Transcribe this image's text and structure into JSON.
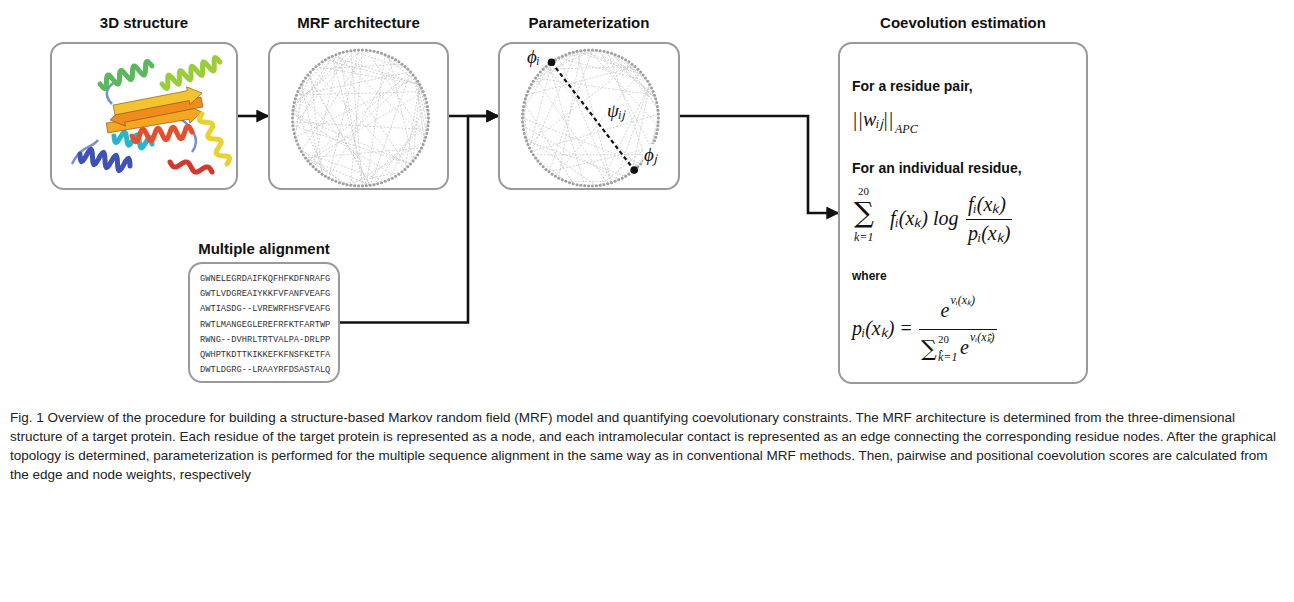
{
  "diagram": {
    "caption": "Fig. 1 Overview of the procedure for building a structure-based Markov random field (MRF) model and quantifying coevolutionary constraints. The MRF architecture is determined from the three-dimensional structure of a target protein. Each residue of the target protein is represented as a node, and each intramolecular contact is represented as an edge connecting the corresponding residue nodes. After the graphical topology is determined, parameterization is performed for the multiple sequence alignment in the same way as in conventional MRF methods. Then, pairwise and positional coevolution scores are calculated from the edge and node weights, respectively",
    "nodes": [
      {
        "text": [
          "3D structure"
        ]
      },
      {
        "text": [
          "MRF architecture"
        ]
      },
      {
        "text": [
          "Parameterization",
          "ϕᵢ",
          "ψᵢⱼ",
          "ϕⱼ"
        ]
      },
      {
        "text": [
          "Coevolution estimation",
          "For a residue pair,",
          "||wᵢⱼ||",
          "APC",
          "For an individual residue,",
          "20",
          "∑",
          "k=1",
          "fᵢ(xₖ) log",
          "fᵢ(xₖ)",
          "pᵢ(xₖ)",
          "where",
          "pᵢ(xₖ) =",
          "e",
          "vᵢ(xₖ)",
          "∑",
          "20",
          "k̂=1",
          "e",
          "vᵢ(xₖ̂)"
        ]
      },
      {
        "text": [
          "Multiple alignment",
          "GWNELEGRDAIFKQFHFKDFNRAFG",
          "GWTLVDGREAIYKKFVFANFVEAFG",
          "AWTIASDG--LVREWRFHSFVEAFG",
          "RWTLMANGEGLEREFRFKTFARTWP",
          "RWNG--DVHRLTRTVALPA-DRLPP",
          "QWHPTKDTTKIKKEFKFNSFKETFA",
          "DWTLDGRG--LRAAYRFDSASTALQ"
        ]
      }
    ],
    "edges": [
      {
        "from": 0,
        "to": 1,
        "arrow": "to"
      },
      {
        "from": 1,
        "to": 2,
        "arrow": "to"
      },
      {
        "from": 4,
        "to": 2,
        "arrow": "to"
      },
      {
        "from": 2,
        "to": 3,
        "arrow": "to"
      }
    ]
  }
}
